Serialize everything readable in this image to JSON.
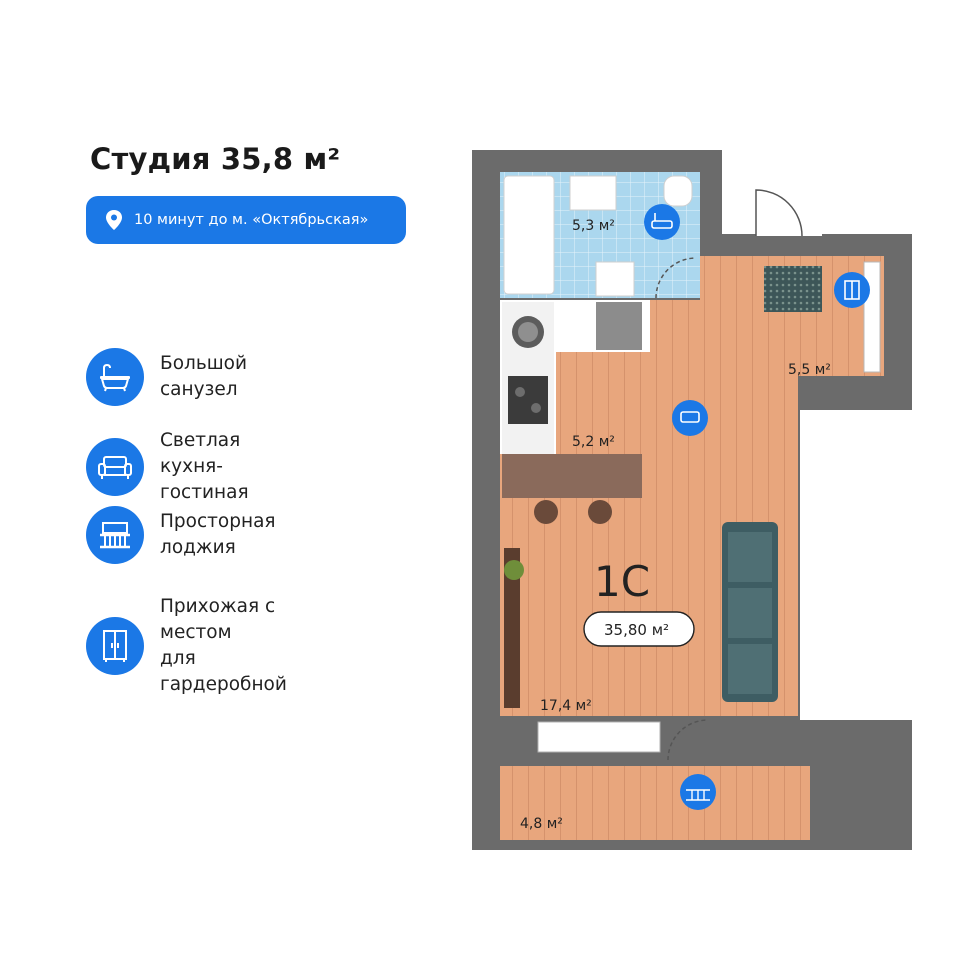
{
  "title": "Студия 35,8 м²",
  "metro": {
    "icon": "location-pin-icon",
    "text": "10 минут до м. «Октябрьская»"
  },
  "features": [
    {
      "icon": "bathtub-icon",
      "text": "Большой санузел"
    },
    {
      "icon": "sofa-icon",
      "text": "Светлая\nкухня-гостиная"
    },
    {
      "icon": "balcony-icon",
      "text": "Просторная лоджия"
    },
    {
      "icon": "wardrobe-icon",
      "text": "Прихожая с местом\nдля гардеробной"
    }
  ],
  "plan": {
    "unit_code": "1С",
    "total_area": "35,80 м²",
    "rooms": {
      "bathroom": "5,3 м²",
      "hallway": "5,5 м²",
      "kitchen": "5,2 м²",
      "living": "17,4 м²",
      "loggia": "4,8 м²"
    }
  },
  "colors": {
    "accent": "#1b78e6",
    "wall": "#6b6b6b",
    "floor_wood": "#e7a57c",
    "tile": "#a9d6ee",
    "sofa": "#3e5d63"
  }
}
